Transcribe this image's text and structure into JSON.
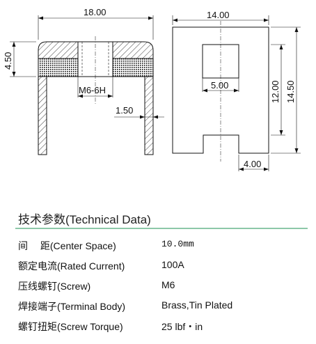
{
  "drawing": {
    "dim_width_left": "18.00",
    "dim_height_left": "4.50",
    "dim_thread": "M6-6H",
    "dim_wall": "1.50",
    "dim_width_right": "14.00",
    "dim_slot": "5.00",
    "dim_inner_height": "12.00",
    "dim_total_height": "14.50",
    "dim_leg": "4.00"
  },
  "specs": {
    "title": "技术参数(Technical Data)",
    "rows": [
      {
        "label": "间　 距(Center Space)",
        "value": "10.0mm"
      },
      {
        "label": "额定电流(Rated Current)",
        "value": "100A"
      },
      {
        "label": "压线螺钉(Screw)",
        "value": "M6"
      },
      {
        "label": "焊接端子(Terminal Body)",
        "value": "Brass,Tin Plated"
      },
      {
        "label": "螺钉扭矩(Screw Torque)",
        "value": "25 lbf・in"
      }
    ]
  }
}
